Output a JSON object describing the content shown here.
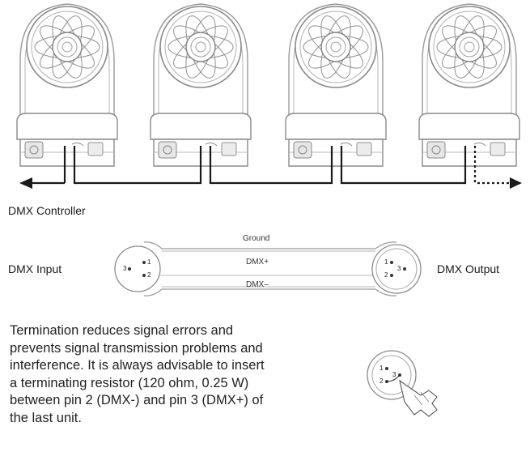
{
  "labels": {
    "dmx_controller": "DMX Controller",
    "dmx_input": "DMX Input",
    "dmx_output": "DMX Output",
    "ground": "Ground",
    "dmx_plus": "DMX+",
    "dmx_minus": "DMX–"
  },
  "connector_pins": {
    "input": [
      "1",
      "3",
      "2"
    ],
    "output": [
      "1",
      "3",
      "2"
    ],
    "termination": [
      "1",
      "3",
      "2"
    ]
  },
  "termination_text": [
    "Termination reduces signal errors and",
    "prevents signal transmission problems and",
    "interference. It is always advisable to insert",
    "a terminating resistor (120 ohm, 0.25 W)",
    "between pin 2 (DMX-) and pin 3 (DMX+) of",
    "the last unit."
  ],
  "fixtures": [
    {
      "id": 1
    },
    {
      "id": 2
    },
    {
      "id": 3
    },
    {
      "id": 4
    }
  ],
  "colors": {
    "line": "#1a1a1a",
    "fixture_stroke": "#8a8a8a",
    "fixture_light": "#c4c4c4"
  }
}
